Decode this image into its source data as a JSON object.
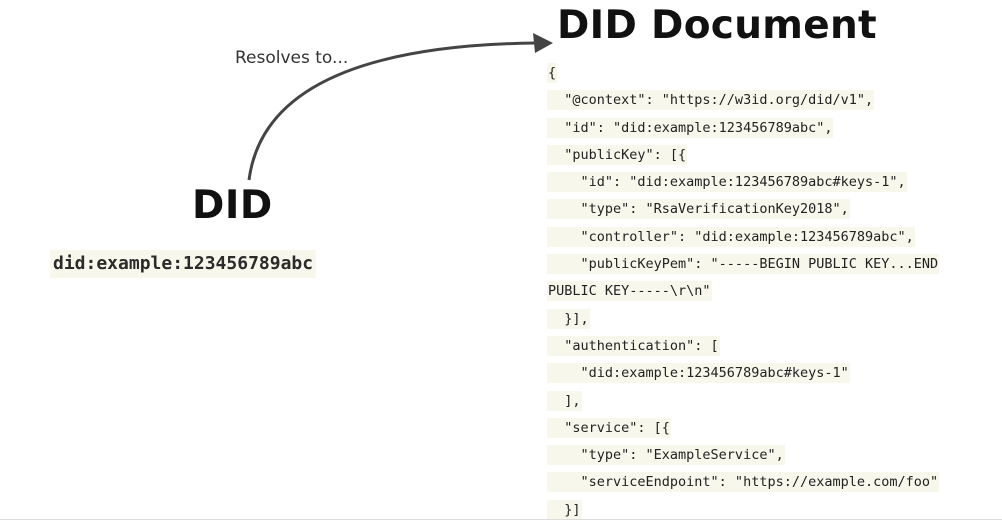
{
  "did": {
    "title": "DID",
    "value": "did:example:123456789abc"
  },
  "arrow": {
    "label": "Resolves to..."
  },
  "document": {
    "title": "DID Document",
    "lines": [
      "{",
      "  \"@context\": \"https://w3id.org/did/v1\",",
      "  \"id\": \"did:example:123456789abc\",",
      "  \"publicKey\": [{",
      "    \"id\": \"did:example:123456789abc#keys-1\",",
      "    \"type\": \"RsaVerificationKey2018\",",
      "    \"controller\": \"did:example:123456789abc\",",
      "    \"publicKeyPem\": \"-----BEGIN PUBLIC KEY...END",
      "PUBLIC KEY-----\\r\\n\"",
      "  }],",
      "  \"authentication\": [",
      "    \"did:example:123456789abc#keys-1\"",
      "  ],",
      "  \"service\": [{",
      "    \"type\": \"ExampleService\",",
      "    \"serviceEndpoint\": \"https://example.com/foo\"",
      "  }]"
    ]
  }
}
